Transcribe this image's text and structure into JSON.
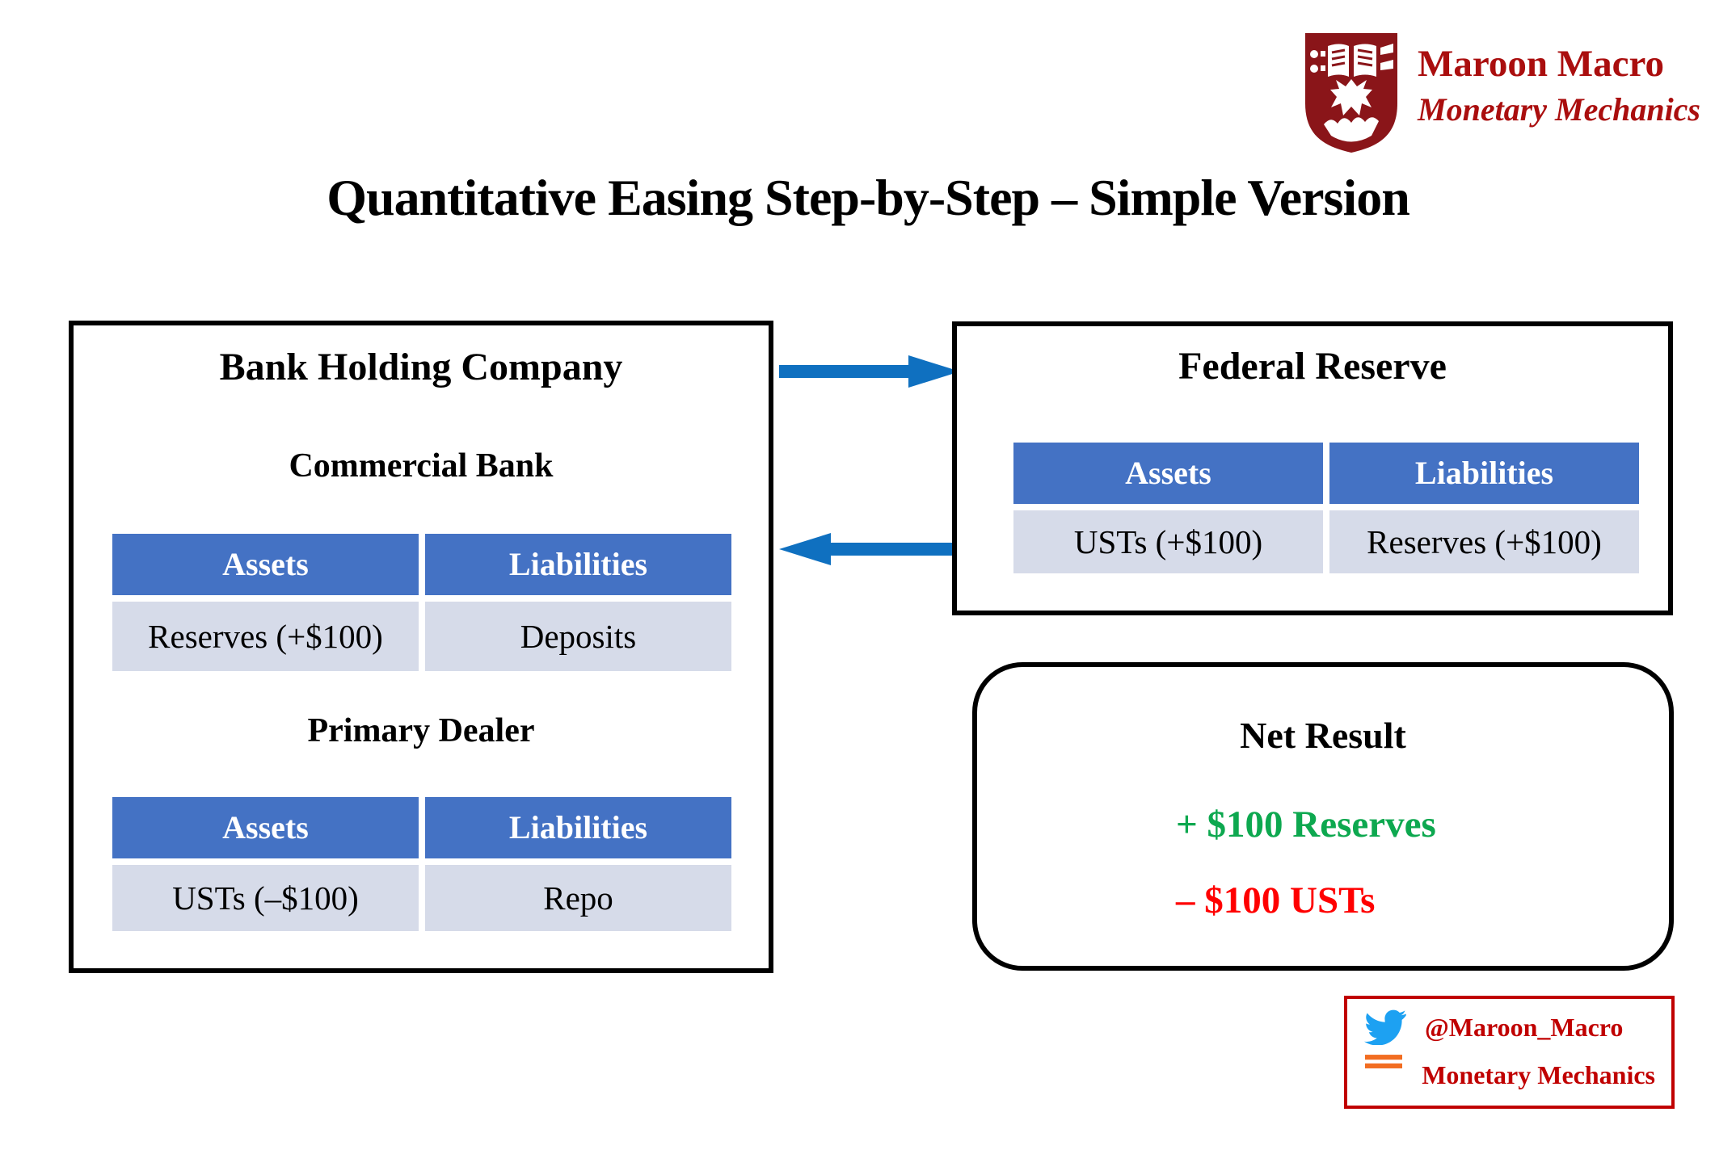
{
  "page": {
    "title": "Quantitative Easing Step-by-Step – Simple Version"
  },
  "brand": {
    "name": "Maroon Macro",
    "tagline": "Monetary Mechanics"
  },
  "bank_holding_company": {
    "title": "Bank Holding Company",
    "commercial_bank": {
      "title": "Commercial Bank",
      "headers": [
        "Assets",
        "Liabilities"
      ],
      "row": [
        "Reserves (+$100)",
        "Deposits"
      ]
    },
    "primary_dealer": {
      "title": "Primary Dealer",
      "headers": [
        "Assets",
        "Liabilities"
      ],
      "row": [
        "USTs (–$100)",
        "Repo"
      ]
    }
  },
  "federal_reserve": {
    "title": "Federal Reserve",
    "headers": [
      "Assets",
      "Liabilities"
    ],
    "row": [
      "USTs (+$100)",
      "Reserves (+$100)"
    ]
  },
  "net_result": {
    "title": "Net Result",
    "positive": "+ $100 Reserves",
    "negative": "– $100 USTs"
  },
  "footer": {
    "twitter_handle": "@Maroon_Macro",
    "publication": "Monetary Mechanics"
  },
  "icons": {
    "crest": "university-crest-icon",
    "twitter": "twitter-bird-icon",
    "substack": "substack-bookmark-icon",
    "arrow_right": "arrow-right-icon",
    "arrow_left": "arrow-left-icon"
  },
  "colors": {
    "table_header_blue": "#4472C4",
    "table_row_lavender": "#D6DBE9",
    "arrow_blue": "#0F70C0",
    "brand_maroon": "#AA0E0E",
    "crest_maroon": "#8A1519",
    "positive_green": "#0DA84F",
    "negative_red": "#FF0000",
    "footer_red": "#C00000",
    "twitter_blue": "#1DA1F2",
    "substack_orange": "#F26D21"
  }
}
